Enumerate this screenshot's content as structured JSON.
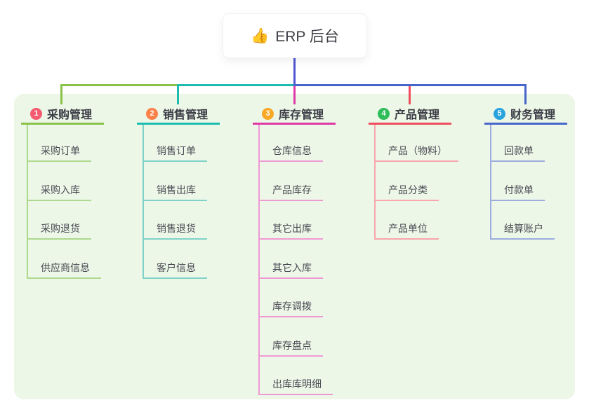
{
  "root": {
    "icon_name": "thumbs-up-icon",
    "icon": "👍",
    "label": "ERP 后台"
  },
  "connector": {
    "root_drop_color": "#5157d3"
  },
  "branches": [
    {
      "num": "1",
      "label": "采购管理",
      "color": "#8ac24a",
      "light_color": "#aed88b",
      "badge_color": "#f25b70",
      "children": [
        "采购订单",
        "采购入库",
        "采购退货",
        "供应商信息"
      ]
    },
    {
      "num": "2",
      "label": "销售管理",
      "color": "#1cbcae",
      "light_color": "#7fd2c8",
      "badge_color": "#fb8148",
      "children": [
        "销售订单",
        "销售出库",
        "销售退货",
        "客户信息"
      ]
    },
    {
      "num": "3",
      "label": "库存管理",
      "color": "#df39a6",
      "light_color": "#f09ad4",
      "badge_color": "#f9a825",
      "children": [
        "仓库信息",
        "产品库存",
        "其它出库",
        "其它入库",
        "库存调拨",
        "库存盘点",
        "出库库明细"
      ]
    },
    {
      "num": "4",
      "label": "产品管理",
      "color": "#f04e5e",
      "light_color": "#f8a5ad",
      "badge_color": "#2ebd59",
      "children": [
        "产品（物料）",
        "产品分类",
        "产品单位"
      ]
    },
    {
      "num": "5",
      "label": "财务管理",
      "color": "#4766cc",
      "light_color": "#9cadde",
      "badge_color": "#29a3de",
      "children": [
        "回款单",
        "付款单",
        "结算账户"
      ]
    }
  ]
}
